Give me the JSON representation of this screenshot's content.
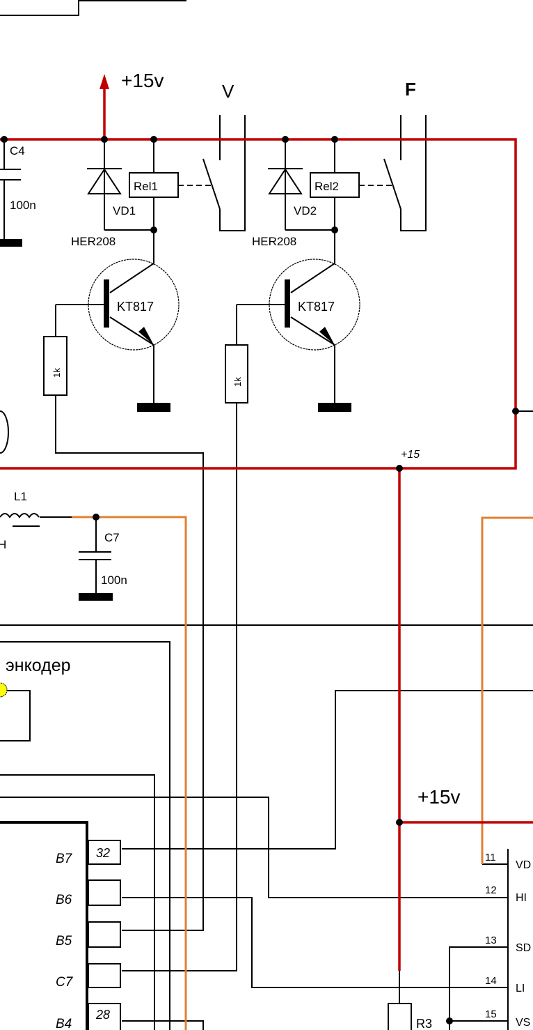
{
  "colors": {
    "power": "#c00000",
    "signal": "#e08030",
    "wire": "#000000",
    "encoder_knob": "#ffff00"
  },
  "labels": {
    "supply_top": "+15v",
    "switch_v": "V",
    "switch_f": "F",
    "c4_name": "C4",
    "c4_value": "100n",
    "rel1": "Rel1",
    "rel2": "Rel2",
    "vd1": "VD1",
    "vd2": "VD2",
    "diode1_part": "HER208",
    "diode2_part": "HER208",
    "q1_part": "KT817",
    "q2_part": "KT817",
    "r1_value": "1k",
    "r2_value": "1k",
    "rail_label": "+15",
    "l1_name": "L1",
    "l1_unit": "H",
    "c7_name": "C7",
    "c7_value": "100n",
    "encoder": "энкодер",
    "supply_mid": "+15v",
    "r3_name": "R3"
  },
  "mcu_pins": [
    {
      "name": "B7",
      "number": "32"
    },
    {
      "name": "B6",
      "number": ""
    },
    {
      "name": "B5",
      "number": ""
    },
    {
      "name": "C7",
      "number": ""
    },
    {
      "name": "B4",
      "number": "28"
    }
  ],
  "driver_pins": [
    {
      "number": "11",
      "name": "VD"
    },
    {
      "number": "12",
      "name": "HI"
    },
    {
      "number": "13",
      "name": "SD"
    },
    {
      "number": "14",
      "name": "LI"
    },
    {
      "number": "15",
      "name": "VS"
    }
  ]
}
